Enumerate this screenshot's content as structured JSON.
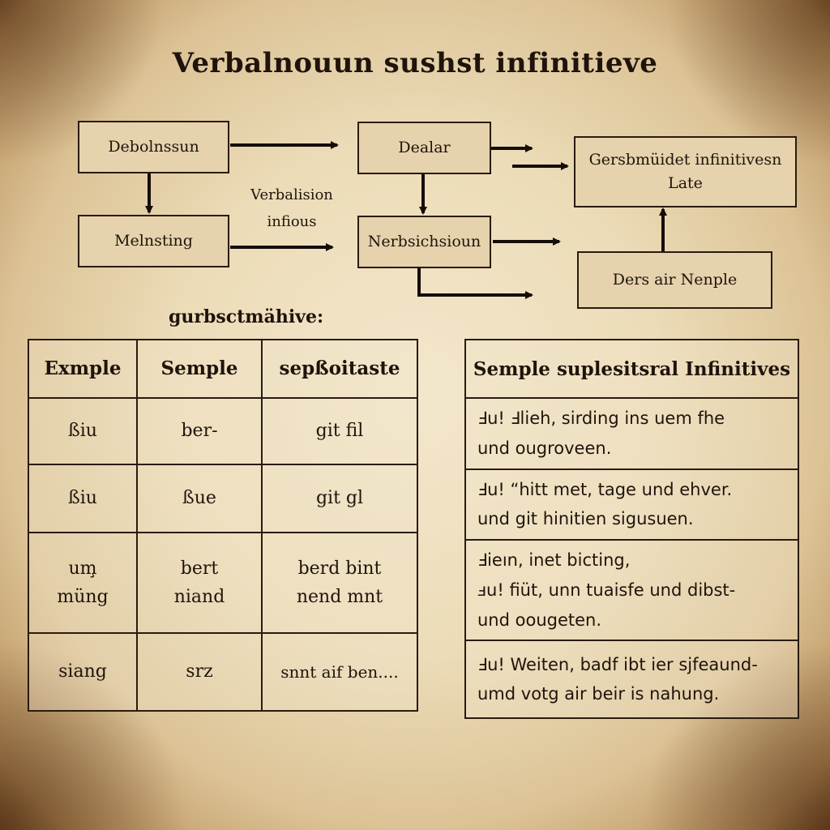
{
  "title": "Verbalnouun sushst infinitieve",
  "diagram": {
    "boxes": [
      {
        "id": "debolnssun",
        "label": "Debolnssun"
      },
      {
        "id": "melnsting",
        "label": "Melnsting"
      },
      {
        "id": "dealar",
        "label": "Dealar"
      },
      {
        "id": "nerbsichsioun",
        "label": "Nerbsichsioun"
      },
      {
        "id": "gersbmuidet",
        "label": "Gersbmüidet infinitivesn",
        "sub": "Late"
      },
      {
        "id": "ders-air",
        "label": "Ders air Nenple"
      }
    ],
    "floating_label": {
      "line1": "Verbalision",
      "line2": "infious"
    }
  },
  "section_label": "gurbsctmähive:",
  "left_table": {
    "headers": [
      "Exmple",
      "Semple",
      "sepßoitaste"
    ],
    "rows": [
      [
        "ßiu",
        "ber-",
        "git  fil"
      ],
      [
        "ßiu",
        "ßue",
        "git  gl"
      ],
      [
        "um̧\nmüng",
        "bert\nniand",
        "berd  bint\nnend  mnt"
      ],
      [
        "siang",
        "srz",
        "snnt  aif  ben...."
      ]
    ]
  },
  "right_table": {
    "header": "Semple   suplesitsral Infinitives",
    "rows": [
      "Ⅎu! Ⅎlieh, sirding ins uem fhe\nund ougroveen.",
      "Ⅎu! “hitt met, tage und ehver.\nund git hinitien sigusuen.",
      "Ⅎieın, inet bicting,\nⅎu! fiüt, unn tuaisfe und dibst-\nund oougeten.",
      "Ⅎu! Weiten, badf ibt ier sjfeaund-\numd votg air beir is nahung."
    ]
  },
  "colors": {
    "parchment": "#ecdcb8",
    "box_fill": "#e6d2ac",
    "ink": "#1f140c"
  }
}
